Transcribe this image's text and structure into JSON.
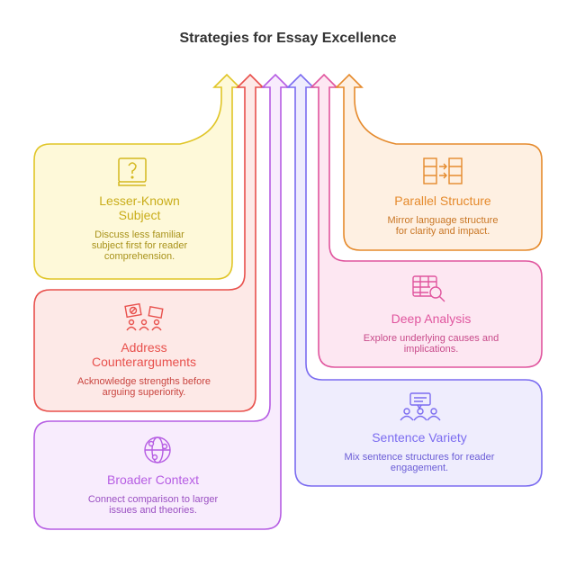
{
  "title": "Strategies for Essay Excellence",
  "steps": [
    {
      "id": "lesser-known-subject",
      "title": "Lesser-Known Subject",
      "title_l1": "Lesser-Known",
      "title_l2": "Subject",
      "desc_l1": "Discuss less familiar",
      "desc_l2": "subject first for reader",
      "desc_l3": "comprehension.",
      "icon": "book-question-icon",
      "color": "#e0c526"
    },
    {
      "id": "address-counterarguments",
      "title_l1": "Address",
      "title_l2": "Counterarguments",
      "desc_l1": "Acknowledge strengths before",
      "desc_l2": "arguing superiority.",
      "icon": "protest-signs-icon",
      "color": "#e8504c"
    },
    {
      "id": "broader-context",
      "title": "Broader Context",
      "desc_l1": "Connect comparison to larger",
      "desc_l2": "issues and theories.",
      "icon": "network-globe-icon",
      "color": "#b65de3"
    },
    {
      "id": "sentence-variety",
      "title": "Sentence Variety",
      "desc_l1": "Mix sentence structures for reader",
      "desc_l2": "engagement.",
      "icon": "group-discussion-icon",
      "color": "#7b6cf0"
    },
    {
      "id": "deep-analysis",
      "title": "Deep Analysis",
      "desc_l1": "Explore underlying causes and",
      "desc_l2": "implications.",
      "icon": "table-search-icon",
      "color": "#e0559e"
    },
    {
      "id": "parallel-structure",
      "title": "Parallel Structure",
      "desc_l1": "Mirror language structure",
      "desc_l2": "for clarity and impact.",
      "icon": "parallel-columns-icon",
      "color": "#e58a2c"
    }
  ]
}
